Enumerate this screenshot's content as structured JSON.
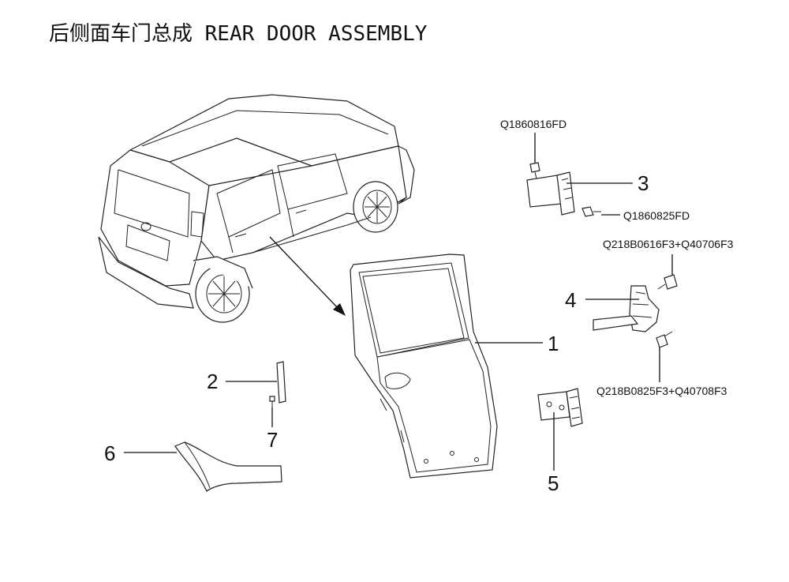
{
  "title": "后侧面车门总成 REAR DOOR ASSEMBLY",
  "callouts": [
    {
      "id": "1",
      "label": "1"
    },
    {
      "id": "2",
      "label": "2"
    },
    {
      "id": "3",
      "label": "3"
    },
    {
      "id": "4",
      "label": "4"
    },
    {
      "id": "5",
      "label": "5"
    },
    {
      "id": "6",
      "label": "6"
    },
    {
      "id": "7",
      "label": "7"
    }
  ],
  "part_numbers": [
    {
      "id": "hinge-top-bolt",
      "label": "Q1860816FD"
    },
    {
      "id": "hinge-side-bolt",
      "label": "Q1860825FD"
    },
    {
      "id": "check-upper-bolt",
      "label": "Q218B0616F3+Q40706F3"
    },
    {
      "id": "check-lower-bolt",
      "label": "Q218B0825F3+Q40708F3"
    }
  ]
}
